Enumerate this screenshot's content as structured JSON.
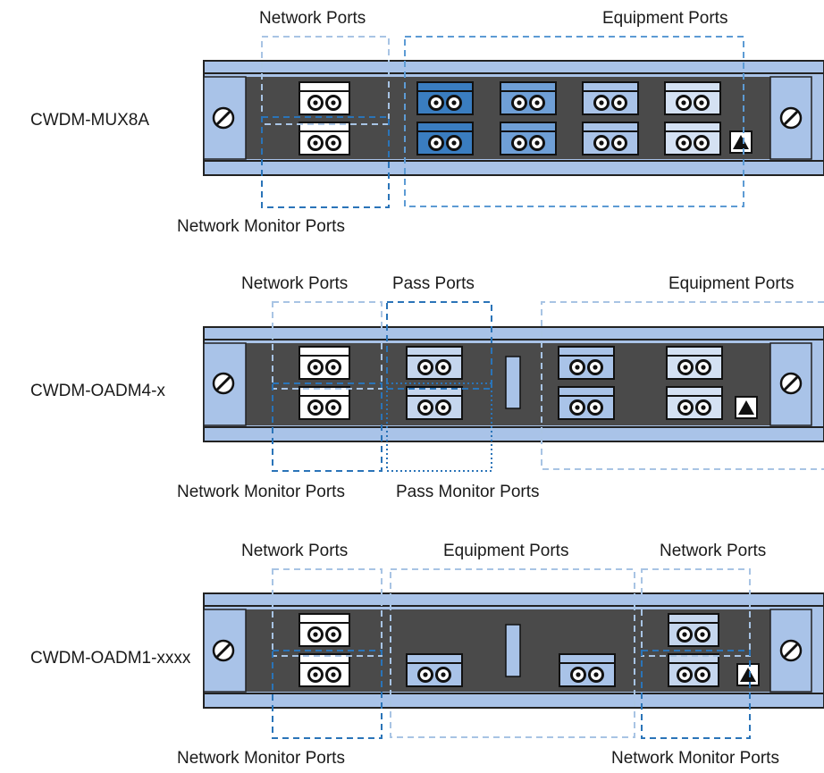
{
  "colors": {
    "rail": "#a9c3e8",
    "frame": "#222222",
    "body": "#4a4a4a",
    "ear": "#a9c3e8",
    "port_white": "#ffffff",
    "port_light": "#c5d6ee",
    "port_mid": "#6f9fd6",
    "port_dark": "#3a7dc0",
    "slot": "#a9c3e8",
    "dash_light": "#a8c4e4",
    "dash_mid": "#5d9bd4",
    "dash_dark": "#2a74b8"
  },
  "panels": [
    {
      "model": "CWDM-MUX8A",
      "labels": {
        "network_ports": "Network Ports",
        "equipment_ports": "Equipment Ports",
        "network_monitor_ports": "Network Monitor Ports"
      }
    },
    {
      "model": "CWDM-OADM4-x",
      "labels": {
        "network_ports": "Network Ports",
        "pass_ports": "Pass Ports",
        "equipment_ports": "Equipment Ports",
        "network_monitor_ports": "Network Monitor Ports",
        "pass_monitor_ports": "Pass Monitor Ports"
      }
    },
    {
      "model": "CWDM-OADM1-xxxx",
      "labels": {
        "network_ports_left": "Network Ports",
        "equipment_ports": "Equipment Ports",
        "network_ports_right": "Network Ports",
        "network_monitor_ports_left": "Network Monitor Ports",
        "network_monitor_ports_right": "Network Monitor Ports"
      }
    }
  ]
}
